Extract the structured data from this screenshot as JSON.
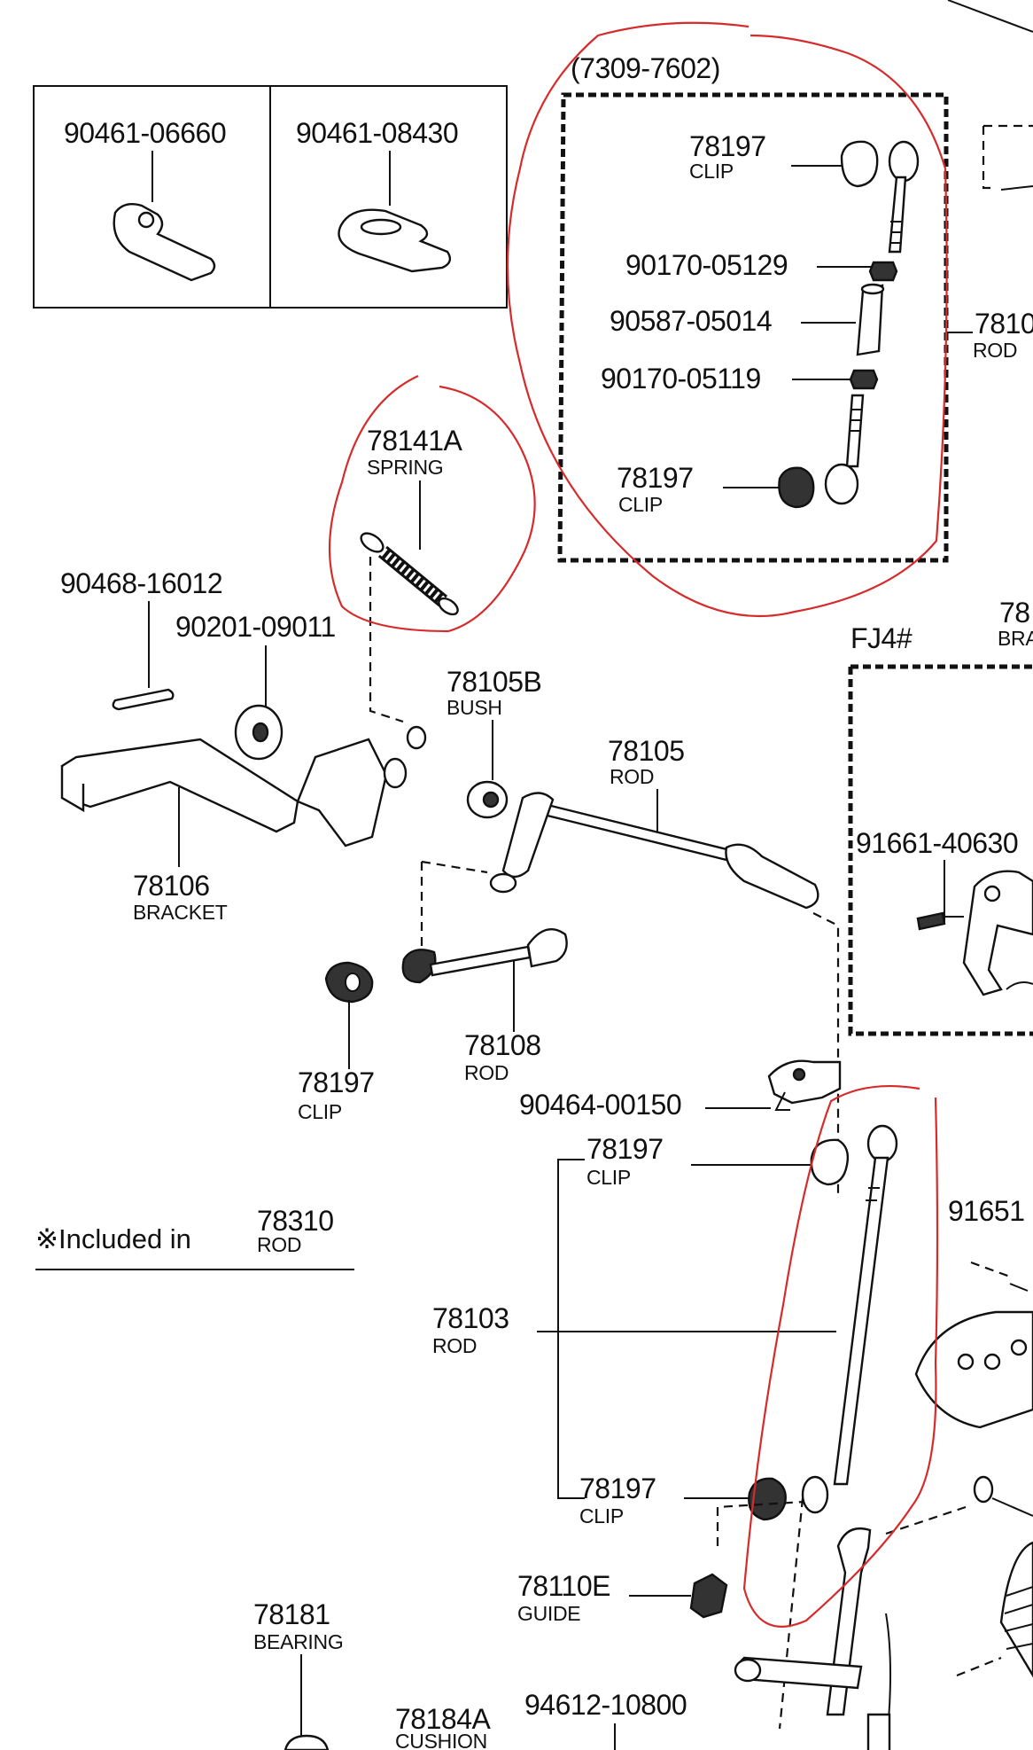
{
  "colors": {
    "line": "#111111",
    "paper": "#ffffff",
    "annotation": "#d62b2b"
  },
  "inset_box": {
    "left_part": "90461-06660",
    "right_part": "90461-08430"
  },
  "assembly": {
    "number": "(7309-7602)"
  },
  "labels": {
    "clip_top_no": "78197",
    "clip_top_name": "CLIP",
    "nut_a": "90170-05129",
    "sleeve": "90587-05014",
    "nut_b": "90170-05119",
    "clip_bottom_no": "78197",
    "clip_bottom_name": "CLIP",
    "rod_right_no": "7810",
    "rod_right_name": "ROD",
    "spring_no": "78141A",
    "spring_name": "SPRING",
    "pin": "90468-16012",
    "washer": "90201-09011",
    "bush_no": "78105B",
    "bush_name": "BUSH",
    "rod_78105_no": "78105",
    "rod_78105_name": "ROD",
    "fj_label": "FJ4#",
    "right_top_no": "78",
    "right_top_name": "BRA",
    "bolt_right": "91661-40630",
    "bracket_no": "78106",
    "bracket_name": "BRACKET",
    "rod_78108_no": "78108",
    "rod_78108_name": "ROD",
    "clip_left_no": "78197",
    "clip_left_name": "CLIP",
    "clamp": "90464-00150",
    "clip_mid_no": "78197",
    "clip_mid_name": "CLIP",
    "bolt_right2": "91651",
    "rod_78103_no": "78103",
    "rod_78103_name": "ROD",
    "clip_low_no": "78197",
    "clip_low_name": "CLIP",
    "guide_no": "78110E",
    "guide_name": "GUIDE",
    "bearing_no": "78181",
    "bearing_name": "BEARING",
    "cushion_no": "78184A",
    "cushion_name": "CUSHION",
    "bottom_part": "94612-10800"
  },
  "note": {
    "prefix": "※Included in",
    "ref_no": "78310",
    "ref_name": "ROD"
  }
}
